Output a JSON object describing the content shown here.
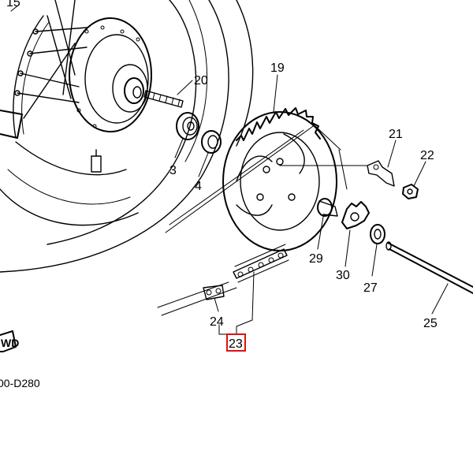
{
  "diagram": {
    "callouts": {
      "c15": "15",
      "c19": "19",
      "c20": "20",
      "c21": "21",
      "c22": "22",
      "c3": "3",
      "c4": "4",
      "c29": "29",
      "c30": "30",
      "c27": "27",
      "c24": "24",
      "c23": "23",
      "c25": "25"
    },
    "drawing_code": "00-D280",
    "badge_text": "WD",
    "highlighted_callout": "23",
    "highlight_color": "#e01010"
  }
}
